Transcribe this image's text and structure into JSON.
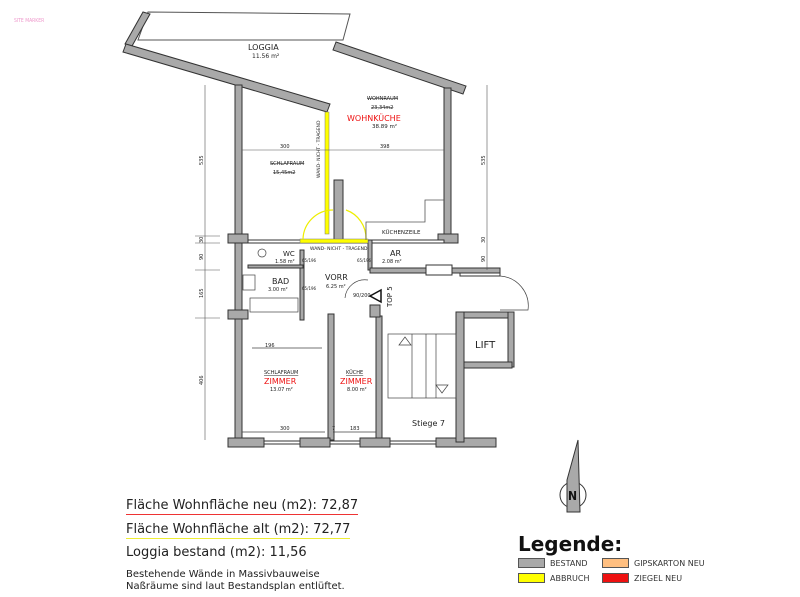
{
  "watermark": "SITE MARKER",
  "rooms": {
    "loggia": {
      "name": "LOGGIA",
      "area": "11.56 m²"
    },
    "wohnraum_old": {
      "name": "WOHNRAUM",
      "area": "23,34m2"
    },
    "wohnkueche": {
      "name": "WOHNKÜCHE",
      "area": "38.89 m²"
    },
    "schlafraum_old": {
      "name": "SCHLAFRAUM",
      "area": "15,45m2"
    },
    "wc": {
      "name": "WC",
      "area": "1.58 m²"
    },
    "ar": {
      "name": "AR",
      "area": "2.08 m²"
    },
    "bad": {
      "name": "BAD",
      "area": "3.00 m²"
    },
    "vorr": {
      "name": "VORR",
      "area": "6.25 m²"
    },
    "zimmer1": {
      "old": "SCHLAFRAUM",
      "name": "ZIMMER",
      "area": "13.07 m²"
    },
    "zimmer2": {
      "old": "KÜCHE",
      "name": "ZIMMER",
      "area": "8.00 m²"
    },
    "stiege": "Stiege 7",
    "lift": "LIFT",
    "top": "TOP 5",
    "kuechenzeile": "KÜCHENZEILE",
    "wand1": "WAND- NICHT - TRAGEND",
    "wand2": "WAND- NICHT - TRAGEND"
  },
  "dimensions": {
    "d300a": "300",
    "d398": "398",
    "d535l": "535",
    "d535r": "535",
    "d30l": "30",
    "d30r": "30",
    "d90l": "90",
    "d90r": "90",
    "d165": "165",
    "d406": "406",
    "d196": "196",
    "d300b": "300",
    "d7": "7",
    "d183": "183",
    "door_entry": "90/200",
    "door65a": "65/196",
    "door65b": "65/196",
    "door65c": "65/196"
  },
  "summary": {
    "neu": "Fläche Wohnfläche neu (m2): 72,87",
    "alt": "Fläche Wohnfläche alt (m2): 72,77",
    "loggia": "Loggia bestand (m2): 11,56",
    "note1": "Bestehende Wände in Massivbauweise",
    "note2": "Naßräume sind laut Bestandsplan entlüftet."
  },
  "legend": {
    "title": "Legende:",
    "items": [
      {
        "label": "BESTAND",
        "color": "#a9a9a9"
      },
      {
        "label": "ABBRUCH",
        "color": "#ffff00"
      },
      {
        "label": "GIPSKARTON NEU",
        "color": "#ffbf80"
      },
      {
        "label": "ZIEGEL NEU",
        "color": "#ee1111"
      }
    ]
  },
  "compass": "N",
  "colors": {
    "wall": "#a9a9a9",
    "demolish": "#ffff00",
    "new_label": "#ee1111"
  }
}
